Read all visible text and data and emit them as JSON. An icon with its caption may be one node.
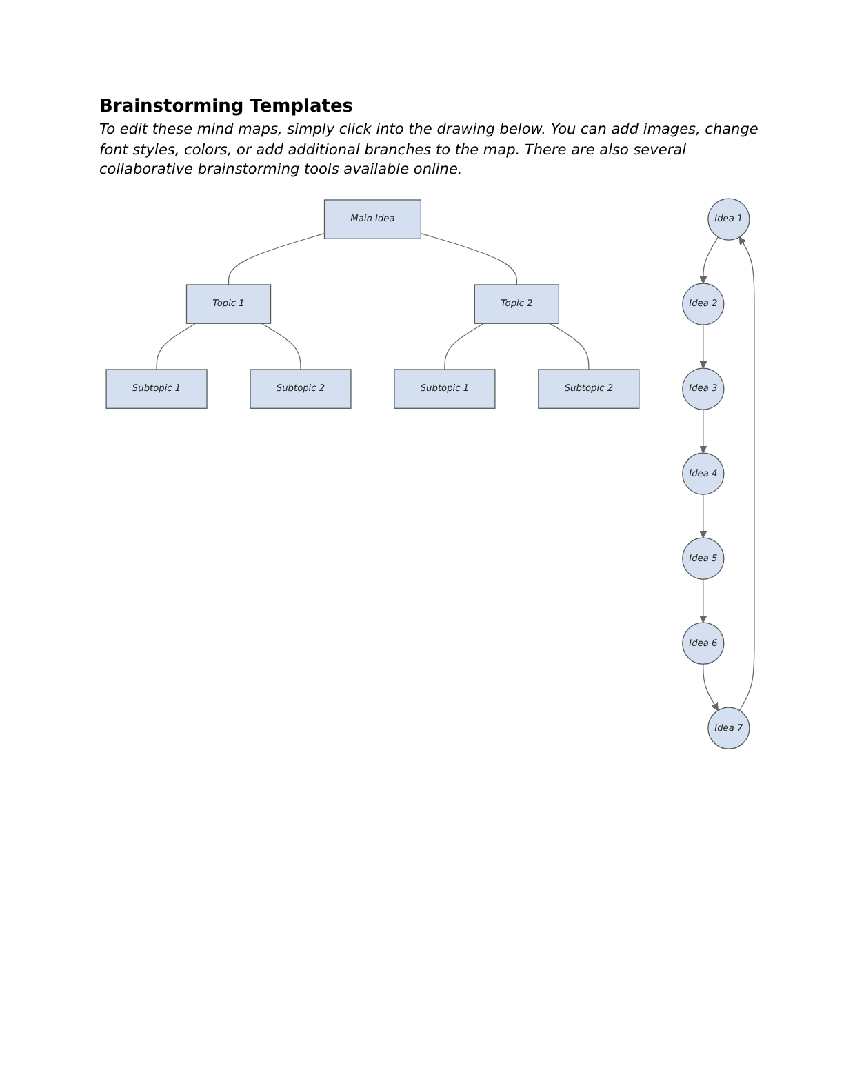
{
  "diagram": {
    "title": "Brainstorming Templates",
    "caption": "To edit these mind maps, simply click into the drawing below. You can add images, change font styles, colors, or add additional branches to the map. There are also several collaborative brainstorming tools available online.",
    "nodes": [
      {
        "text": [
          "Main Idea"
        ]
      },
      {
        "text": [
          "Topic 1"
        ]
      },
      {
        "text": [
          "Topic 2"
        ]
      },
      {
        "text": [
          "Subtopic 1"
        ]
      },
      {
        "text": [
          "Subtopic 2"
        ]
      },
      {
        "text": [
          "Subtopic 1"
        ]
      },
      {
        "text": [
          "Subtopic 2"
        ]
      },
      {
        "text": [
          "Idea 1"
        ]
      },
      {
        "text": [
          "Idea 2"
        ]
      },
      {
        "text": [
          "Idea 3"
        ]
      },
      {
        "text": [
          "Idea 4"
        ]
      },
      {
        "text": [
          "Idea 5"
        ]
      },
      {
        "text": [
          "Idea 6"
        ]
      },
      {
        "text": [
          "Idea 7"
        ]
      }
    ],
    "edges": [
      {
        "from": 0,
        "to": 1,
        "arrow": "none"
      },
      {
        "from": 0,
        "to": 2,
        "arrow": "none"
      },
      {
        "from": 1,
        "to": 3,
        "arrow": "none"
      },
      {
        "from": 1,
        "to": 4,
        "arrow": "none"
      },
      {
        "from": 2,
        "to": 5,
        "arrow": "none"
      },
      {
        "from": 2,
        "to": 6,
        "arrow": "none"
      },
      {
        "from": 7,
        "to": 8,
        "arrow": "to"
      },
      {
        "from": 8,
        "to": 9,
        "arrow": "to"
      },
      {
        "from": 9,
        "to": 10,
        "arrow": "to"
      },
      {
        "from": 10,
        "to": 11,
        "arrow": "to"
      },
      {
        "from": 11,
        "to": 12,
        "arrow": "to"
      },
      {
        "from": 12,
        "to": 13,
        "arrow": "to"
      },
      {
        "from": 13,
        "to": 7,
        "arrow": "to"
      }
    ]
  }
}
